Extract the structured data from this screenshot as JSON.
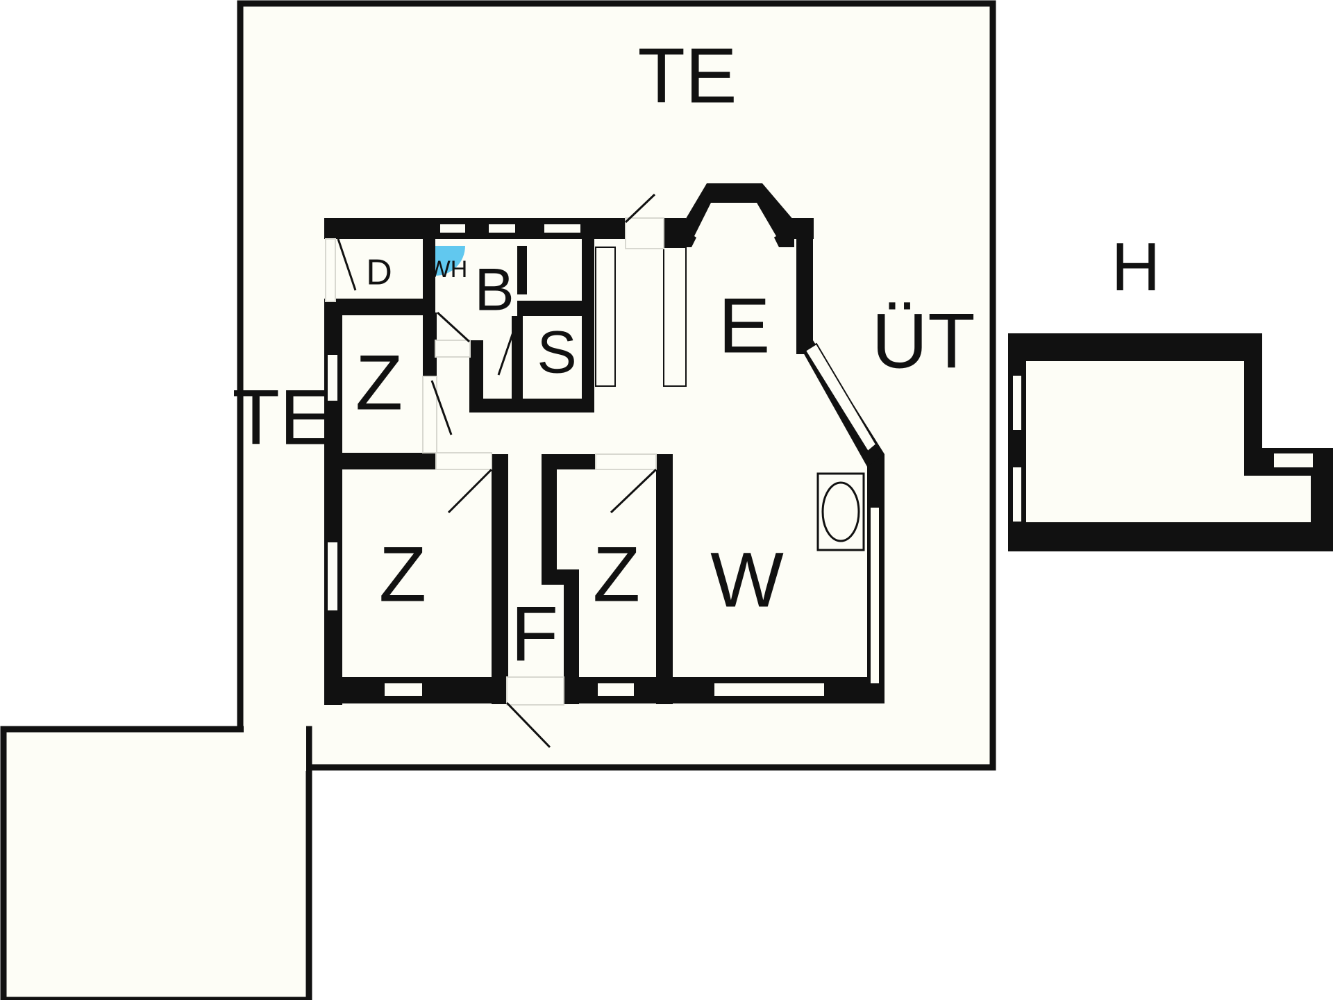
{
  "plan": {
    "colors": {
      "paper": "#fdfdf6",
      "wall": "#111111",
      "water_heater": "#61c8ef"
    },
    "labels": {
      "terrace_top": "TE",
      "terrace_left": "TE",
      "covered_terrace": "ÜT",
      "shed": "H",
      "storage": "D",
      "water_heater": "WH",
      "bathroom": "B",
      "sauna": "S",
      "dining": "E",
      "living": "W",
      "hall": "F",
      "bedroom_small": "Z",
      "bedroom_large": "Z",
      "bedroom_middle": "Z"
    },
    "icons": {
      "stove": "stove-icon"
    }
  }
}
